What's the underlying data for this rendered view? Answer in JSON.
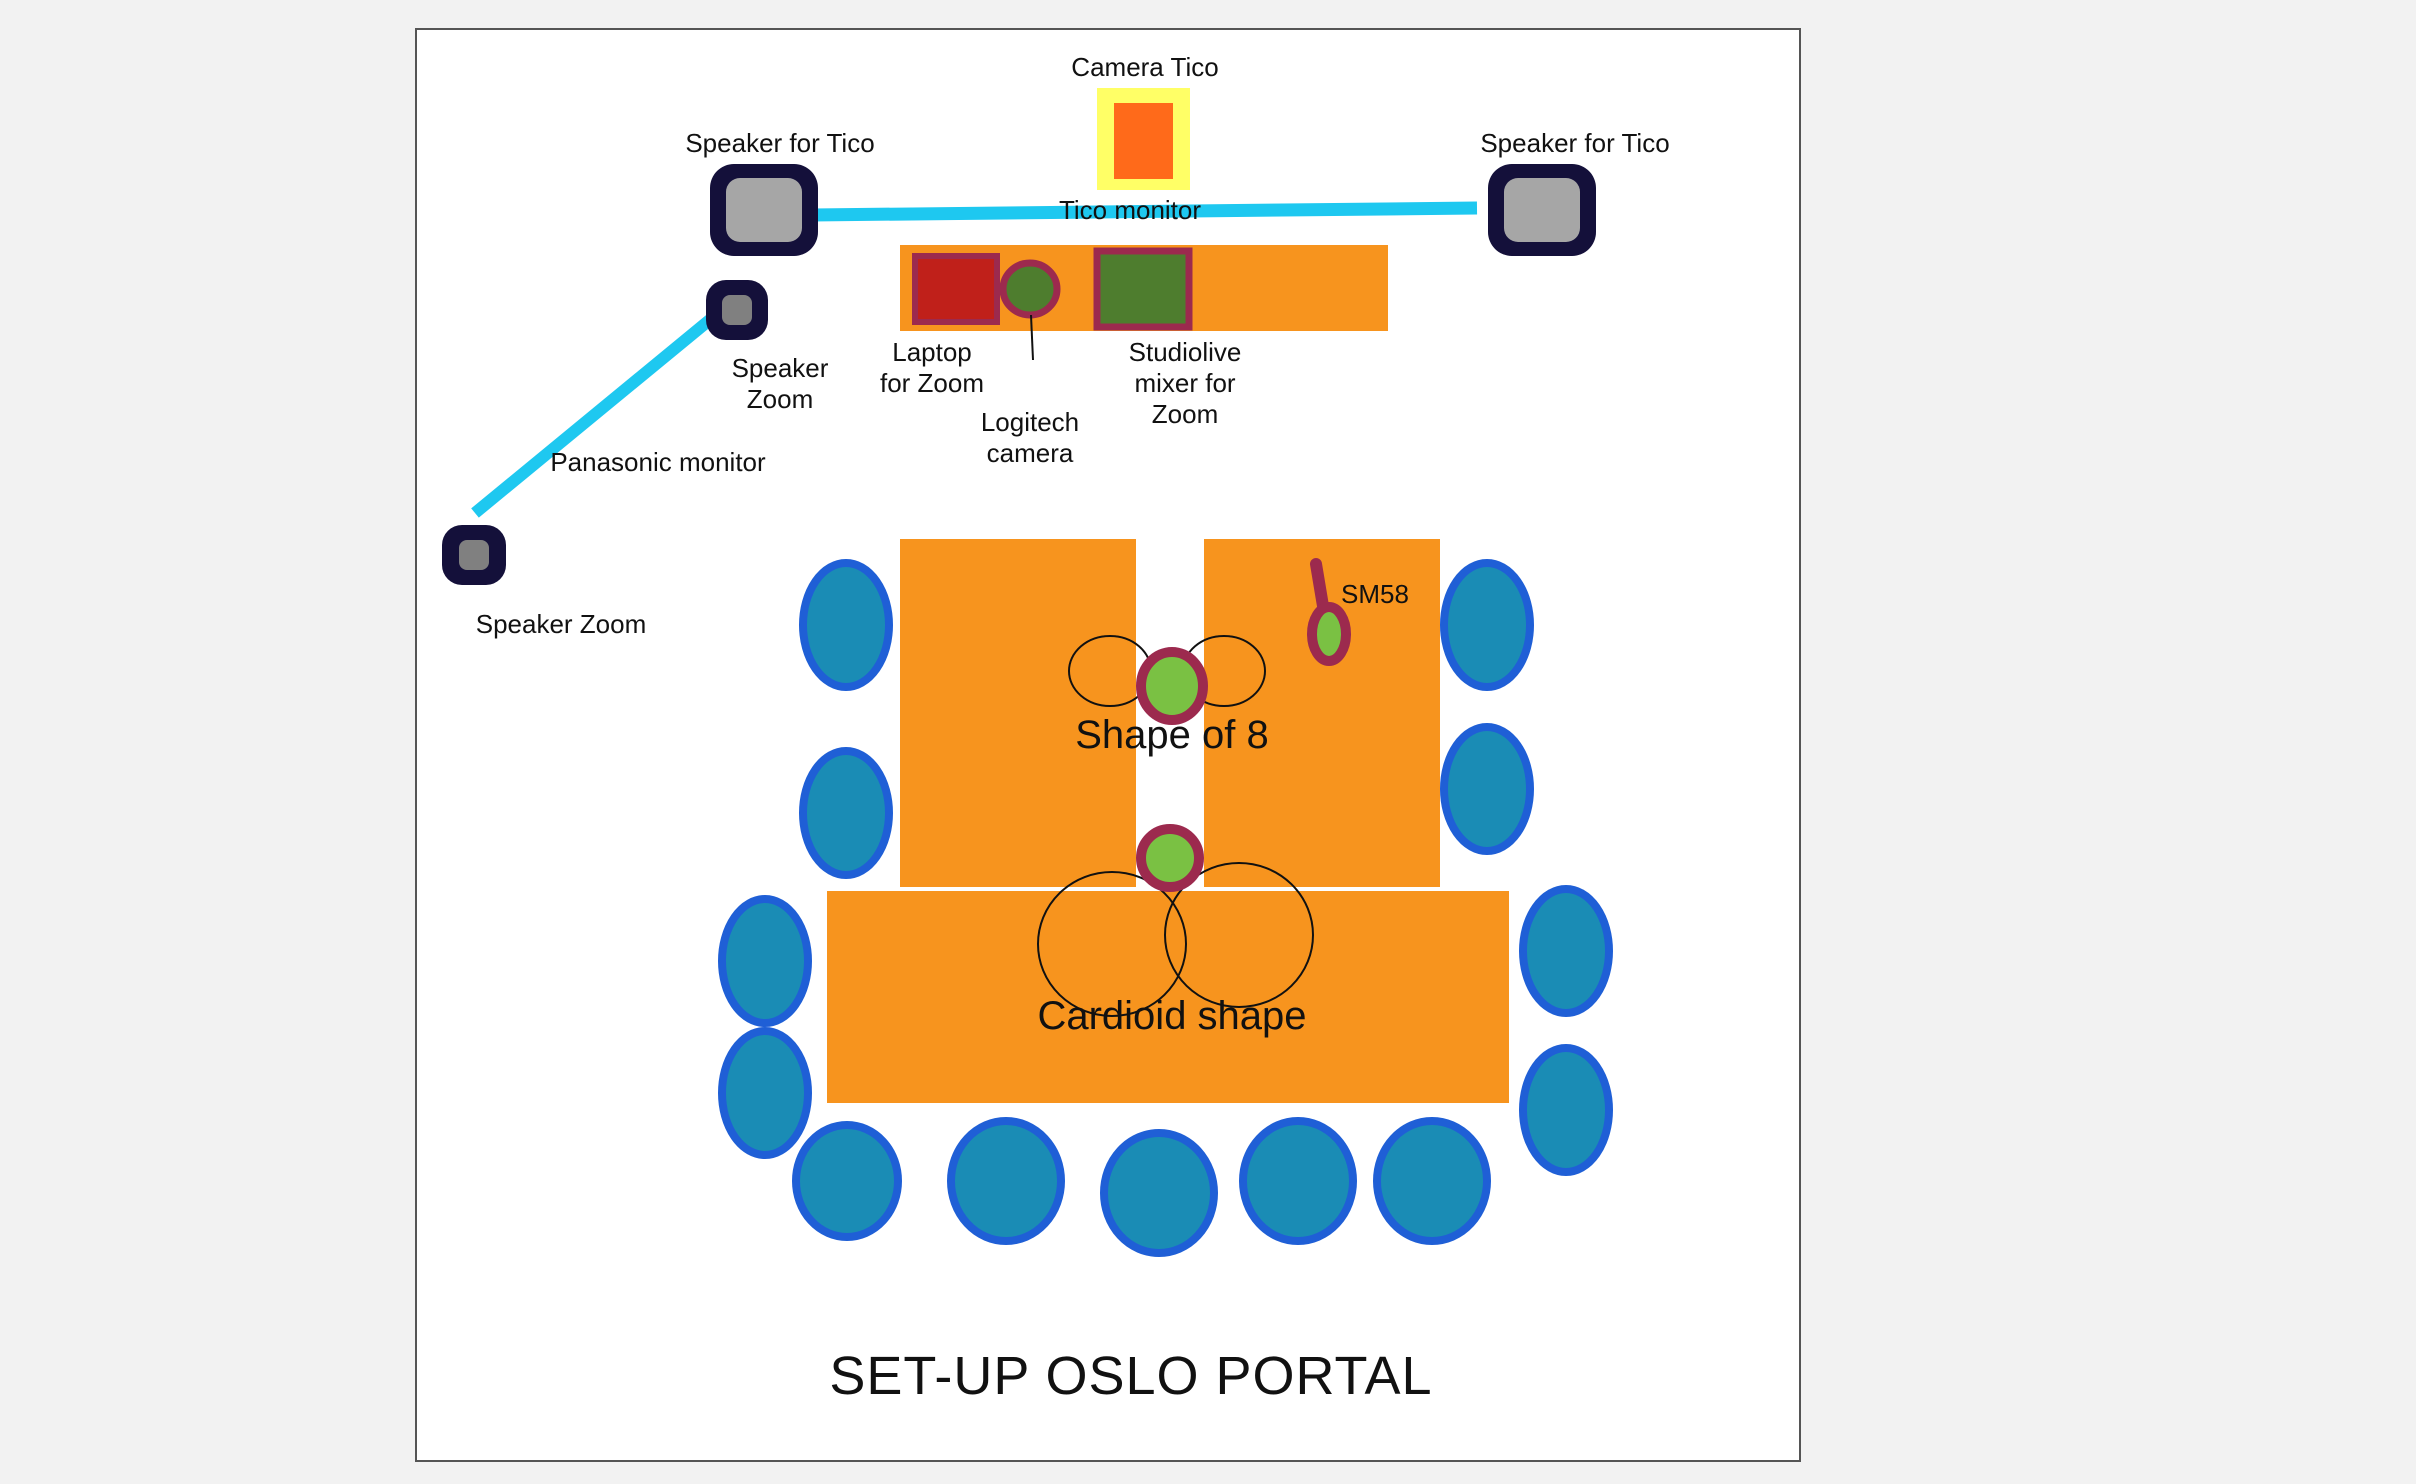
{
  "diagram": {
    "title": "SET-UP OSLO PORTAL",
    "labels": {
      "camera_tico": "Camera Tico",
      "speaker_tico_left": "Speaker for Tico",
      "speaker_tico_right": "Speaker for Tico",
      "tico_monitor": "Tico monitor",
      "speaker_zoom_upper": "Speaker\nZoom",
      "speaker_zoom_lower": "Speaker Zoom",
      "panasonic_monitor": "Panasonic monitor",
      "laptop": "Laptop\nfor Zoom",
      "logitech": "Logitech\ncamera",
      "studiolive": "Studiolive\nmixer for\nZoom",
      "sm58": "SM58",
      "shape_of_8": "Shape of 8",
      "cardioid": "Cardioid shape"
    },
    "colors": {
      "table_orange": "#f7941e",
      "chair_fill": "#1a8cb5",
      "chair_border": "#1f5fd6",
      "monitor_cyan": "#1ec8f0",
      "speaker_dark": "#14103a",
      "speaker_grey": "#a6a6a6",
      "mic_maroon": "#9c2a4e",
      "mic_green": "#7ac143",
      "camera_yellow": "#ffff66",
      "camera_orange": "#ff6a1a",
      "laptop_red": "#c0201a",
      "mixer_green": "#4e7d2e"
    }
  }
}
